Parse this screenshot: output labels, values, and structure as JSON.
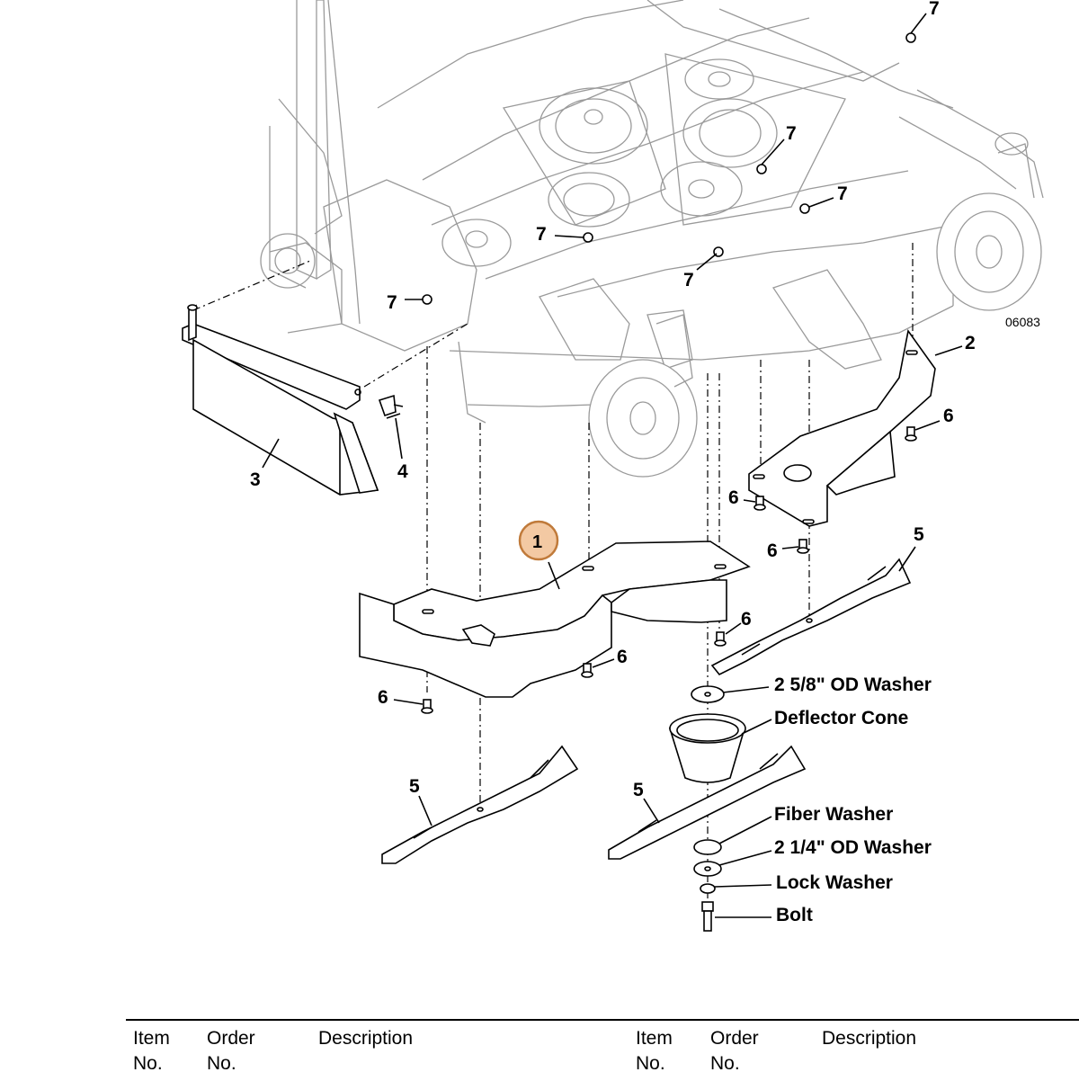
{
  "figure": {
    "id": "06083"
  },
  "callouts": {
    "c1": "1",
    "c2": "2",
    "c3": "3",
    "c4": "4",
    "c5": "5",
    "c6": "6",
    "c7": "7"
  },
  "part_labels": {
    "washer_large": "2 5/8\" OD Washer",
    "deflector_cone": "Deflector Cone",
    "fiber_washer": "Fiber Washer",
    "washer_small": "2 1/4\" OD Washer",
    "lock_washer": "Lock Washer",
    "bolt": "Bolt"
  },
  "table": {
    "headers": [
      "Item No.",
      "Order No.",
      "Description",
      "Item No.",
      "Order No.",
      "Description"
    ],
    "left": {
      "item_line1": "Item",
      "item_line2": "No.",
      "order_line1": "Order",
      "order_line2": "No.",
      "description": "Description"
    },
    "right": {
      "item_line1": "Item",
      "item_line2": "No.",
      "order_line1": "Order",
      "order_line2": "No.",
      "description": "Description"
    }
  },
  "colors": {
    "highlight_fill": "#f3c9a3",
    "highlight_stroke": "#c07a3a",
    "deck_line": "#9a9a9a"
  }
}
